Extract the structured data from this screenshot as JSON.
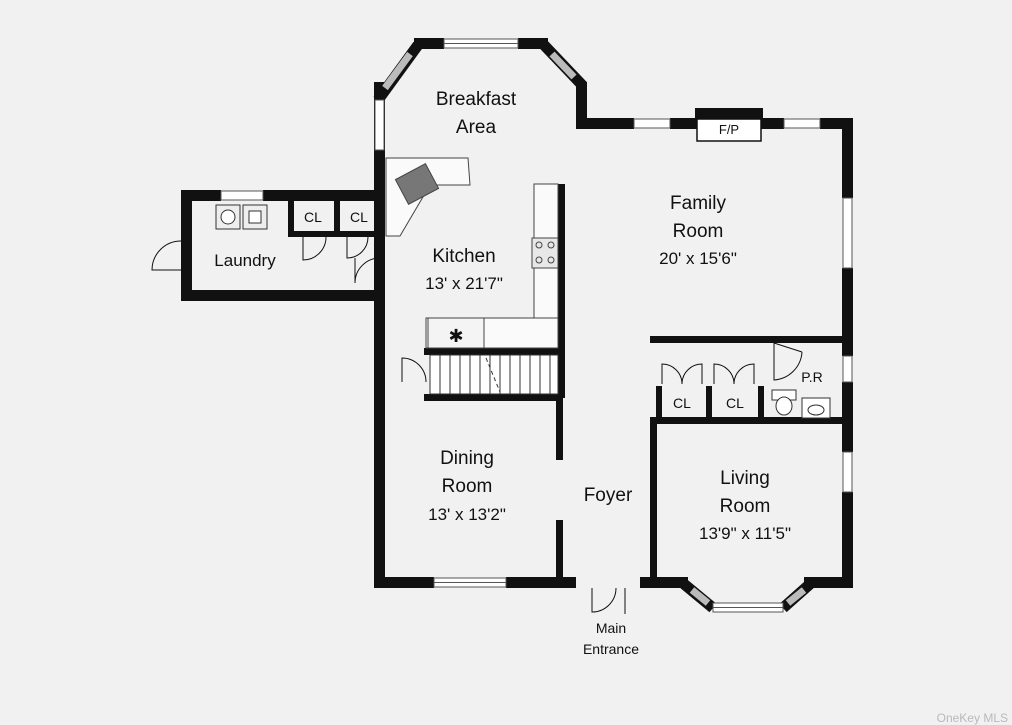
{
  "rooms": {
    "breakfast": {
      "line1": "Breakfast",
      "line2": "Area"
    },
    "family": {
      "line1": "Family",
      "line2": "Room",
      "dims": "20' x 15'6\""
    },
    "kitchen": {
      "name": "Kitchen",
      "dims": "13' x 21'7\""
    },
    "laundry": {
      "name": "Laundry"
    },
    "dining": {
      "line1": "Dining",
      "line2": "Room",
      "dims": "13' x 13'2\""
    },
    "foyer": {
      "name": "Foyer"
    },
    "living": {
      "line1": "Living",
      "line2": "Room",
      "dims": "13'9\" x 11'5\""
    },
    "powder": {
      "name": "P.R"
    }
  },
  "closets": {
    "label": "CL"
  },
  "fireplace": {
    "label": "F/P"
  },
  "entrance": {
    "line1": "Main",
    "line2": "Entrance"
  },
  "watermark": "OneKey MLS"
}
